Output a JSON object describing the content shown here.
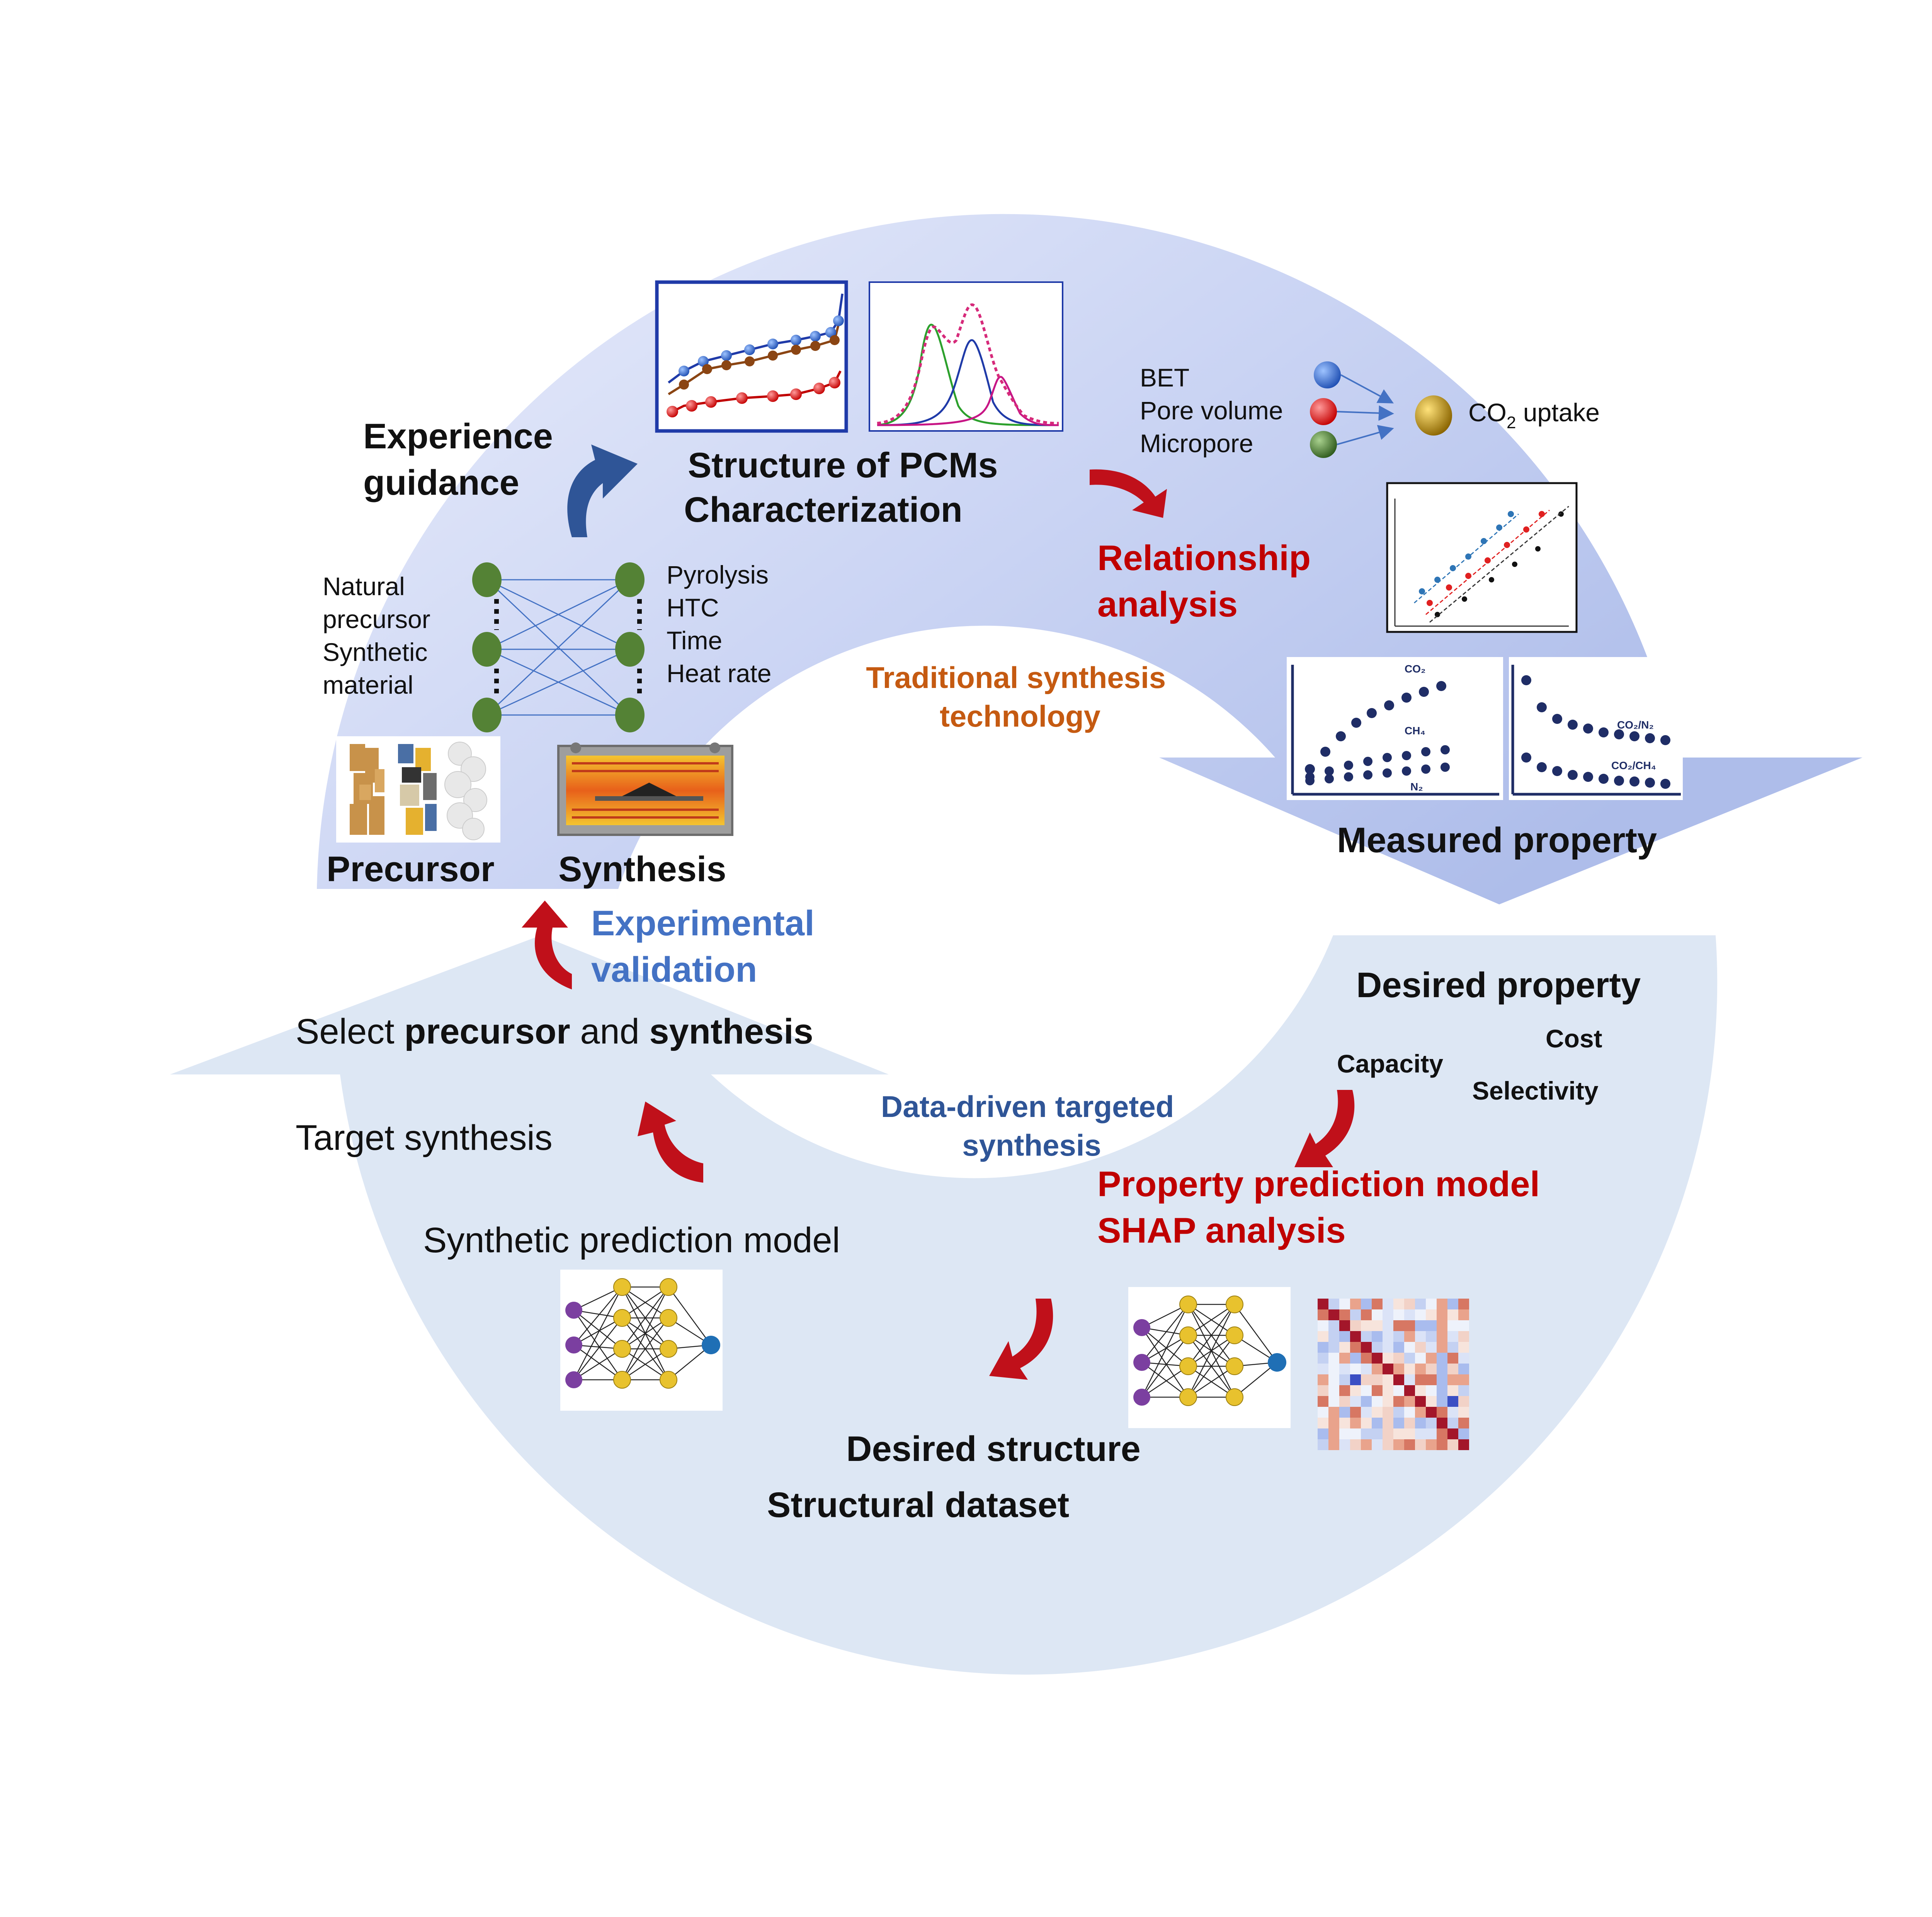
{
  "colors": {
    "ring_top": "#b3c0ec",
    "ring_left": "#e8ecfa",
    "ring_bottom": "#dbe6f4",
    "dark_red": "#c00000",
    "arrow_red": "#c0101a",
    "blue_text": "#4472c4",
    "navy_text": "#2f5597",
    "orange_text": "#c55a11",
    "node_green": "#548235",
    "dot_navy": "#1f2d66"
  },
  "top_section": {
    "experience_guidance": [
      "Experience",
      "guidance"
    ],
    "structure_title": [
      "Structure of PCMs",
      "Characterization"
    ],
    "relationship_analysis": [
      "Relationship",
      "analysis"
    ],
    "features": [
      "BET",
      "Pore volume",
      "Micropore"
    ],
    "target_label": "CO",
    "target_sub": "2",
    "target_rest": " uptake",
    "measured_property": "Measured property"
  },
  "inner": {
    "traditional": [
      "Traditional synthesis",
      "technology"
    ],
    "data_driven": [
      "Data-driven targeted",
      "synthesis"
    ]
  },
  "left_section": {
    "precursor_inputs": [
      "Natural",
      "precursor",
      "Synthetic",
      "material"
    ],
    "synthesis_inputs": [
      "Pyrolysis",
      "HTC",
      "Time",
      "Heat rate"
    ],
    "precursor_label": "Precursor",
    "synthesis_label": "Synthesis",
    "experimental_validation": [
      "Experimental",
      "validation"
    ],
    "select_pre": "Select ",
    "select_b1": "precursor",
    "select_mid": " and ",
    "select_b2": "synthesis"
  },
  "bottom_section": {
    "target_synthesis": "Target synthesis",
    "synthetic_prediction_model": "Synthetic prediction model",
    "desired_structure": "Desired structure",
    "structural_dataset": "Structural dataset",
    "property_prediction": [
      "Property prediction model",
      "SHAP analysis"
    ],
    "desired_property": "Desired property",
    "capacity": "Capacity",
    "cost": "Cost",
    "selectivity": "Selectivity"
  },
  "plot_labels": {
    "co2": "CO₂",
    "ch4": "CH₄",
    "n2": "N₂",
    "co2_n2": "CO₂/N₂",
    "co2_ch4": "CO₂/CH₄"
  }
}
